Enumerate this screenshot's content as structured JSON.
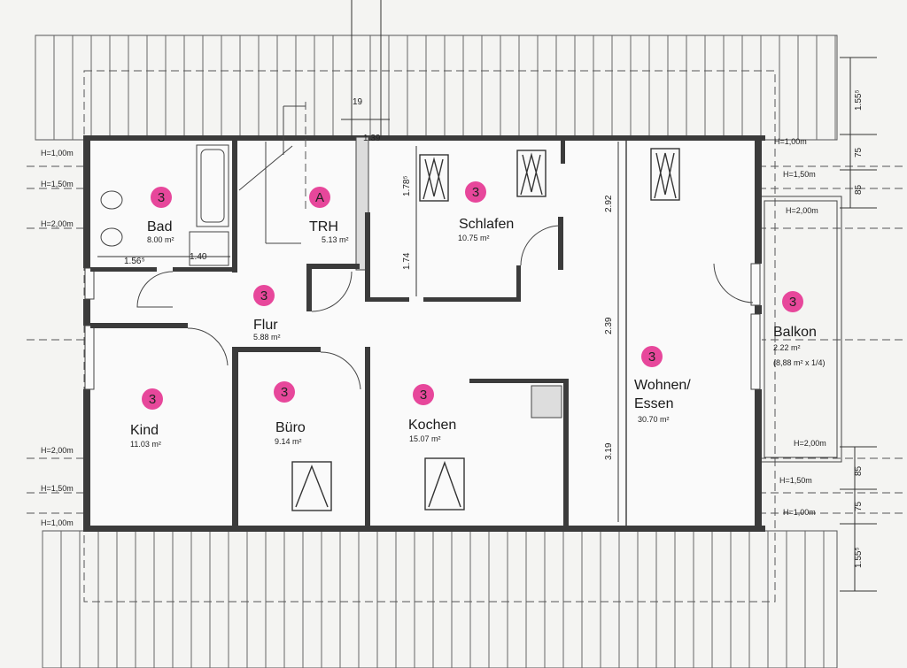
{
  "colors": {
    "badge": "#e7479b",
    "wall": "#3b3b3b",
    "paper": "#f4f4f2"
  },
  "rooms": [
    {
      "id": "bad",
      "name": "Bad",
      "area": "8.00 m²",
      "badge": "3"
    },
    {
      "id": "trh",
      "name": "TRH",
      "area": "5.13 m²",
      "badge": "A"
    },
    {
      "id": "schlafen",
      "name": "Schlafen",
      "area": "10.75 m²",
      "badge": "3"
    },
    {
      "id": "flur",
      "name": "Flur",
      "area": "5.88 m²",
      "badge": "3"
    },
    {
      "id": "kind",
      "name": "Kind",
      "area": "11.03 m²",
      "badge": "3"
    },
    {
      "id": "buero",
      "name": "Büro",
      "area": "9.14 m²",
      "badge": "3"
    },
    {
      "id": "kochen",
      "name": "Kochen",
      "area": "15.07 m²",
      "badge": "3"
    },
    {
      "id": "wohnen",
      "name": "Wohnen/",
      "name2": "Essen",
      "area": "30.70 m²",
      "badge": "3"
    },
    {
      "id": "balkon",
      "name": "Balkon",
      "area": "2.22 m²",
      "note": "(8,88 m² x 1/4)",
      "badge": "3"
    }
  ],
  "dimensions": {
    "d19": "19",
    "d139": "1.39",
    "d178": "1.78⁵",
    "d174": "1.74",
    "d292": "2.92",
    "d239": "2.39",
    "d319": "3.19",
    "d156": "1.56⁵",
    "d140": "1.40",
    "r155a": "1.55⁵",
    "r75a": "75",
    "r85a": "85",
    "r85b": "85",
    "r75b": "75",
    "r155b": "1.55⁵"
  },
  "heights": {
    "h100": "H=1,00m",
    "h150": "H=1,50m",
    "h200": "H=2,00m"
  }
}
